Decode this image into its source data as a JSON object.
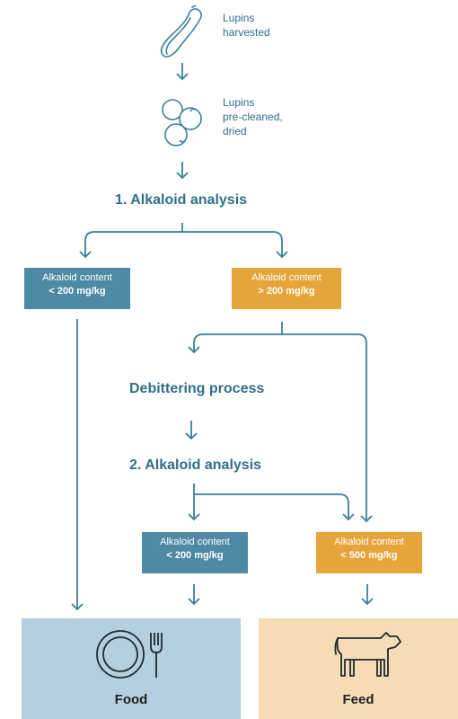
{
  "nodes": {
    "harvested": "Lupins\nharvested",
    "cleaned": "Lupins\npre-cleaned,\ndried",
    "analysis1": "1. Alkaloid analysis",
    "box_left": {
      "title": "Alkaloid content",
      "value": "< 200 mg/kg"
    },
    "box_right": {
      "title": "Alkaloid content",
      "value": "> 200 mg/kg"
    },
    "debittering": "Debittering process",
    "analysis2": "2. Alkaloid analysis",
    "box_mid": {
      "title": "Alkaloid content",
      "value": "< 200 mg/kg"
    },
    "box_feed": {
      "title": "Alkaloid content",
      "value": "< 500 mg/kg"
    }
  },
  "outputs": {
    "food": "Food",
    "feed": "Feed"
  },
  "colors": {
    "line": "#3a7f9b",
    "blue_box": "#4f8aa4",
    "orange_box": "#e6a53a",
    "food_panel": "#b5cfe0",
    "feed_panel": "#f6dcb4"
  }
}
